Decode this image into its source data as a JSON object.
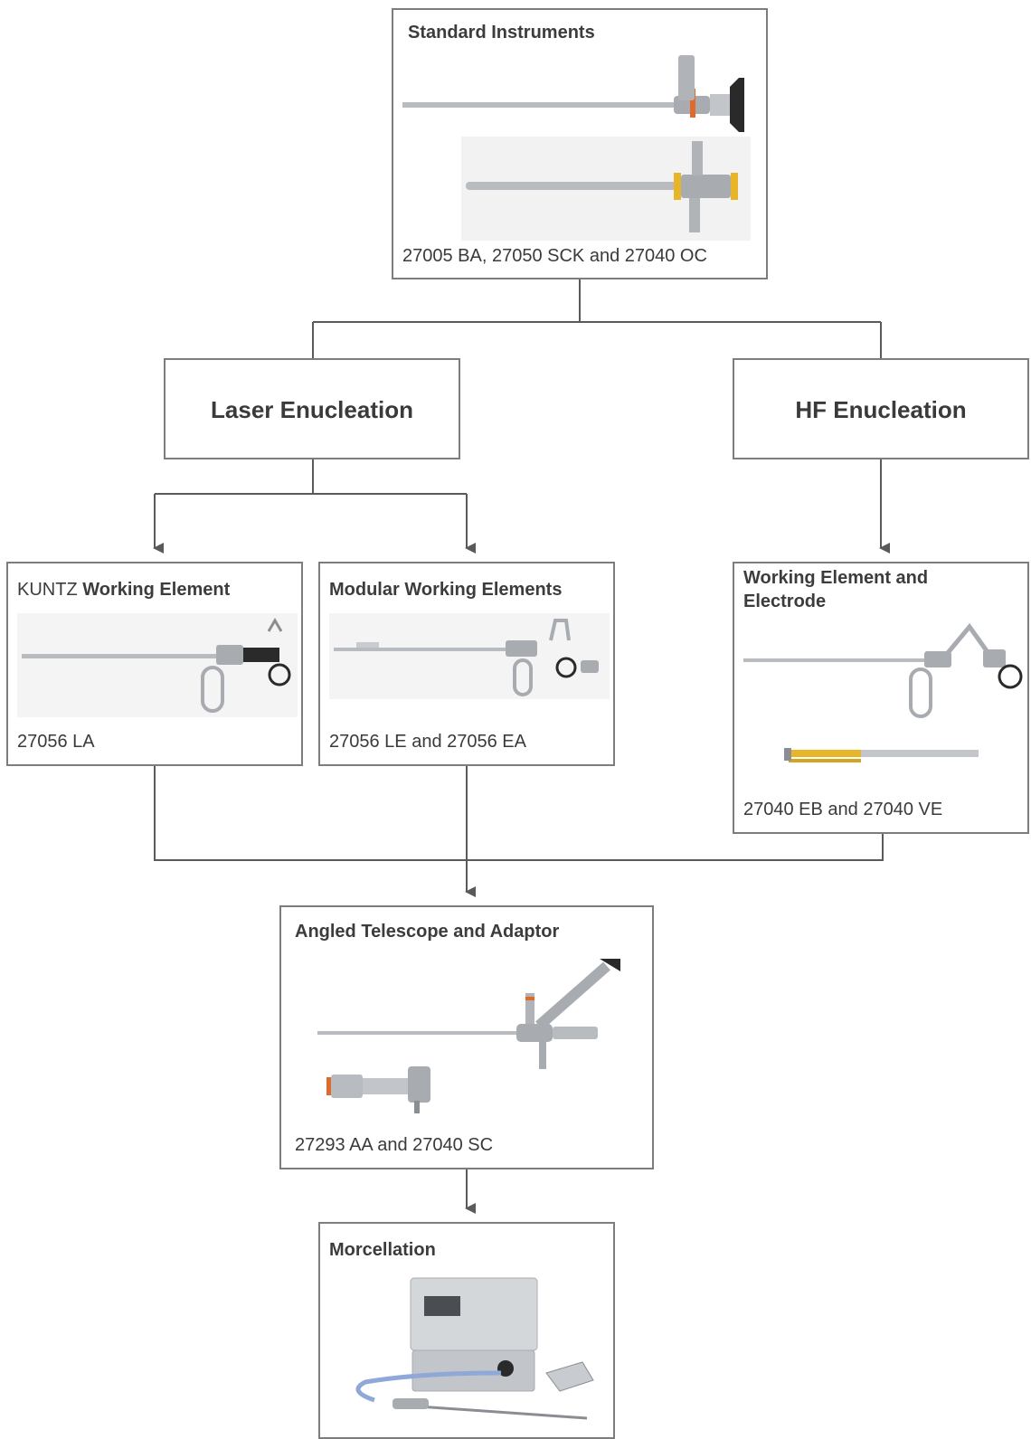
{
  "standard": {
    "title": "Standard Instruments",
    "caption": "27005 BA, 27050 SCK and 27040 OC"
  },
  "laser": {
    "title": "Laser Enucleation"
  },
  "hf": {
    "title": "HF Enucleation"
  },
  "kuntz": {
    "prefix": "KUNTZ",
    "title": "Working Element",
    "caption": "27056 LA"
  },
  "modular": {
    "title": "Modular Working Elements",
    "caption": "27056 LE and 27056 EA"
  },
  "hf_element": {
    "title_line1": "Working Element and",
    "title_line2": "Electrode",
    "caption": "27040 EB and 27040 VE"
  },
  "telescope": {
    "title": "Angled Telescope and Adaptor",
    "caption": "27293 AA and 27040 SC"
  },
  "morcellation": {
    "title": "Morcellation"
  },
  "colors": {
    "border": "#7d7d7d",
    "connector": "#5a5a5a",
    "metal": "#b8bcc0",
    "yellow": "#e8b52a",
    "orange": "#e06a2a",
    "dark": "#2a2a2a"
  }
}
